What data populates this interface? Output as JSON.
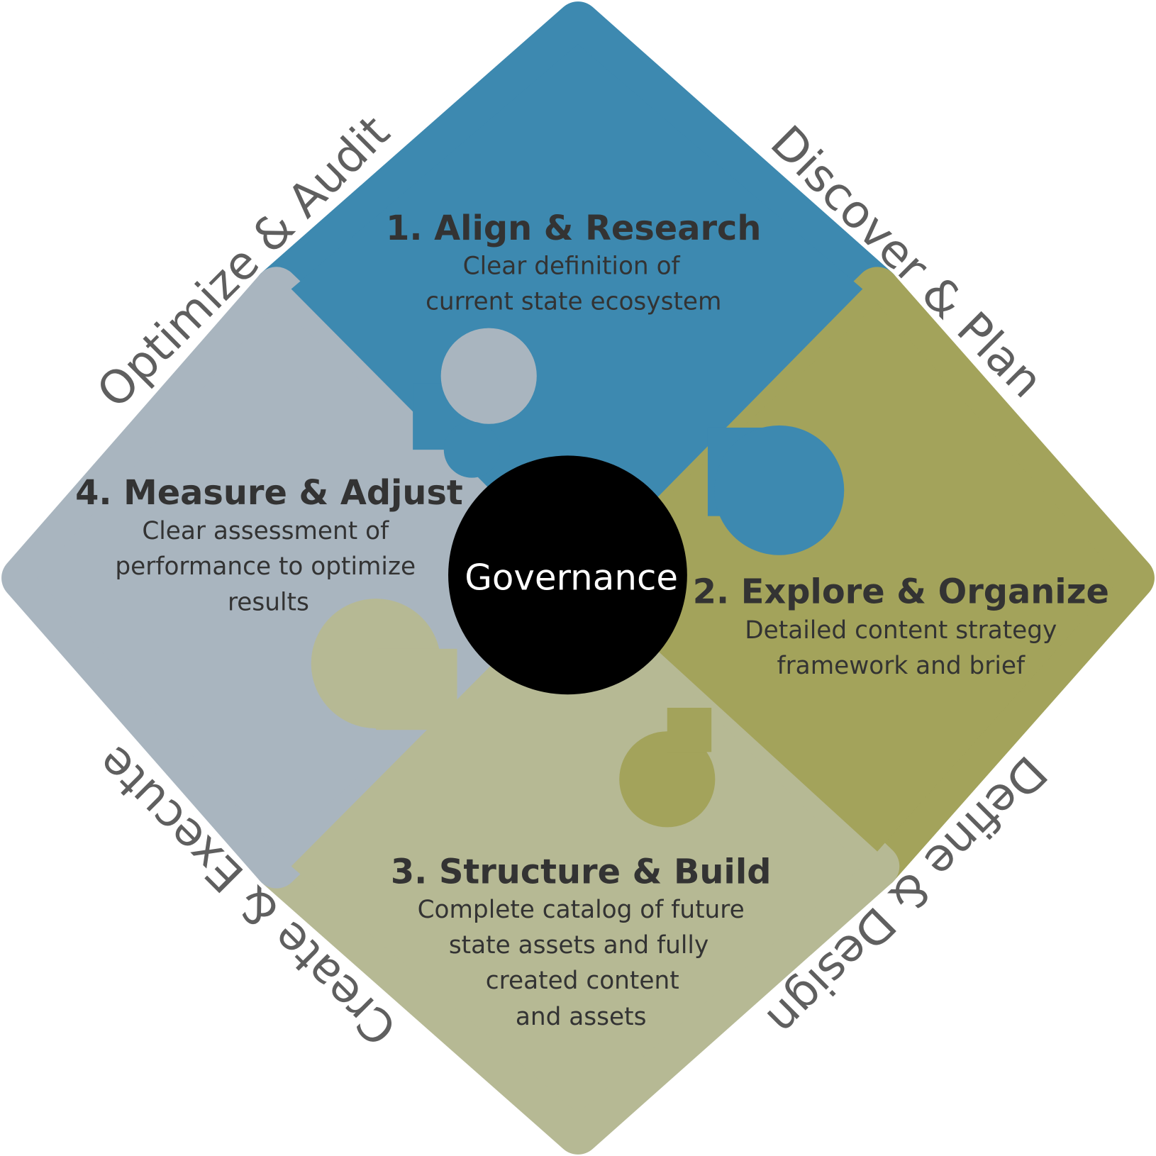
{
  "colors": {
    "blue": "#3d89b0",
    "olive": "#a3a35b",
    "beige": "#b6b994",
    "gray": "#a9b5bf",
    "center": "#000000",
    "text": "#333333",
    "edge_text": "#5f5f5f"
  },
  "center": {
    "label": "Governance"
  },
  "edge_labels": {
    "top_left": "Optimize & Audit",
    "top_right": "Discover & Plan",
    "bottom_right": "Define & Design",
    "bottom_left": "Create & Execute"
  },
  "pieces": [
    {
      "title": "1. Align & Research",
      "lines": [
        "Clear definition of",
        "current state ecosystem"
      ]
    },
    {
      "title": "2. Explore & Organize",
      "lines": [
        "Detailed content strategy",
        "framework and brief"
      ]
    },
    {
      "title": "3. Structure & Build",
      "lines": [
        "Complete catalog of future",
        "state assets and fully",
        "created content",
        "and assets"
      ]
    },
    {
      "title": "4. Measure & Adjust",
      "lines": [
        "Clear assessment of",
        "performance to optimize",
        "results"
      ]
    }
  ]
}
